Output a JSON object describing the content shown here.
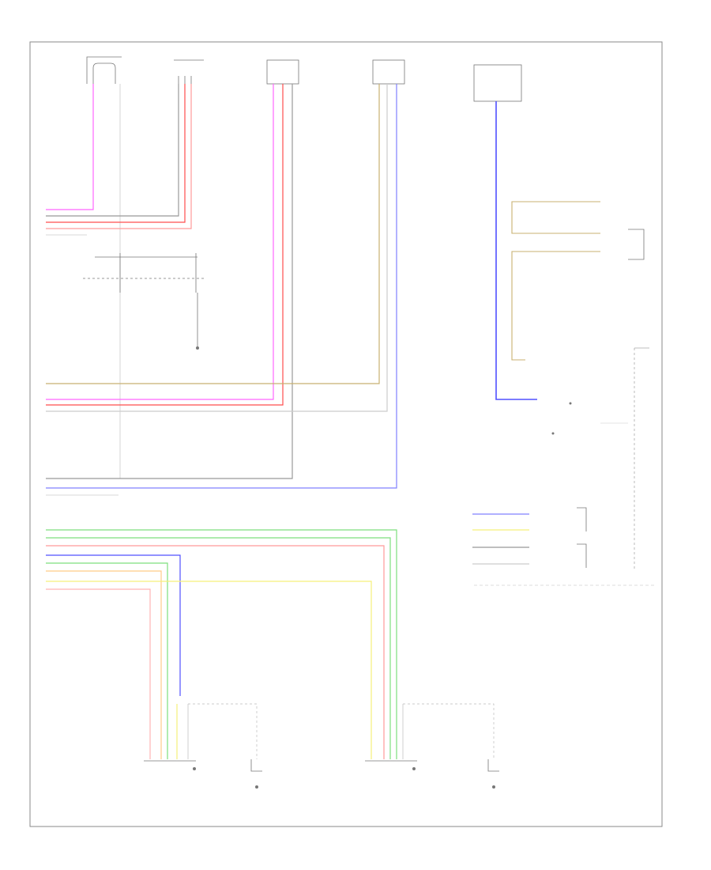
{
  "diagram": {
    "footer_code": "",
    "components": {
      "top": [
        {
          "id": "c1",
          "label": ""
        },
        {
          "id": "c2",
          "label": ""
        },
        {
          "id": "c3",
          "label": ""
        },
        {
          "id": "c4",
          "label": ""
        },
        {
          "id": "c5",
          "label": ""
        }
      ],
      "junction": {
        "label": ""
      },
      "right_connector": {
        "label": ""
      },
      "speaker_box": {
        "label": ""
      },
      "left_bottom": {
        "label": ""
      },
      "right_bottom": {
        "label": ""
      },
      "ground_left": {
        "label": ""
      },
      "ground_right": {
        "label": ""
      }
    },
    "wire_colors": {
      "pink": "#ff66ff",
      "red": "#ff4d4d",
      "lightred": "#ff9a9a",
      "gray": "#999999",
      "tan": "#c8b070",
      "yellow": "#f5f07a",
      "green": "#7ddf7d",
      "blue": "#5050ff",
      "lightblue": "#8080ff",
      "orange": "#ffcc88"
    }
  }
}
